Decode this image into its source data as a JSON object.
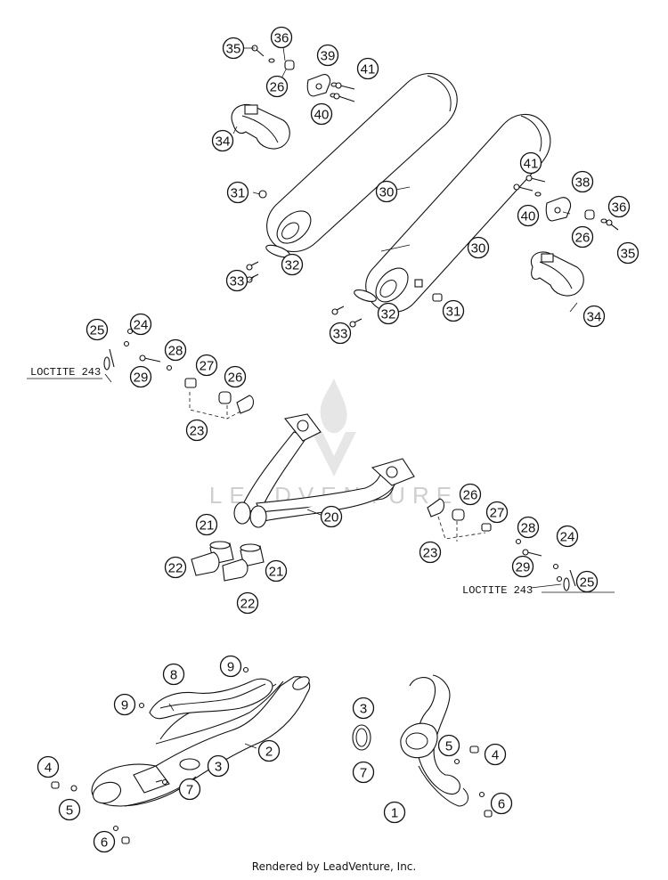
{
  "watermark": "LEADVENTURE",
  "footer": "Rendered by LeadVenture, Inc.",
  "loctite_notes": [
    "LOCTITE 243",
    "LOCTITE 243"
  ],
  "callouts": [
    {
      "id": "c35a",
      "label": "35"
    },
    {
      "id": "c36a",
      "label": "36"
    },
    {
      "id": "c39",
      "label": "39"
    },
    {
      "id": "c41a",
      "label": "41"
    },
    {
      "id": "c26a",
      "label": "26"
    },
    {
      "id": "c40a",
      "label": "40"
    },
    {
      "id": "c34a",
      "label": "34"
    },
    {
      "id": "c31a",
      "label": "31"
    },
    {
      "id": "c30a",
      "label": "30"
    },
    {
      "id": "c33a",
      "label": "33"
    },
    {
      "id": "c32a",
      "label": "32"
    },
    {
      "id": "c41b",
      "label": "41"
    },
    {
      "id": "c38",
      "label": "38"
    },
    {
      "id": "c40b",
      "label": "40"
    },
    {
      "id": "c36b",
      "label": "36"
    },
    {
      "id": "c26b",
      "label": "26"
    },
    {
      "id": "c35b",
      "label": "35"
    },
    {
      "id": "c30b",
      "label": "30"
    },
    {
      "id": "c34b",
      "label": "34"
    },
    {
      "id": "c33b",
      "label": "33"
    },
    {
      "id": "c32b",
      "label": "32"
    },
    {
      "id": "c31b",
      "label": "31"
    },
    {
      "id": "c25a",
      "label": "25"
    },
    {
      "id": "c24a",
      "label": "24"
    },
    {
      "id": "c28a",
      "label": "28"
    },
    {
      "id": "c29a",
      "label": "29"
    },
    {
      "id": "c27a",
      "label": "27"
    },
    {
      "id": "c26c",
      "label": "26"
    },
    {
      "id": "c23a",
      "label": "23"
    },
    {
      "id": "c20",
      "label": "20"
    },
    {
      "id": "c21a",
      "label": "21"
    },
    {
      "id": "c22a",
      "label": "22"
    },
    {
      "id": "c21b",
      "label": "21"
    },
    {
      "id": "c22b",
      "label": "22"
    },
    {
      "id": "c26d",
      "label": "26"
    },
    {
      "id": "c27b",
      "label": "27"
    },
    {
      "id": "c23b",
      "label": "23"
    },
    {
      "id": "c28b",
      "label": "28"
    },
    {
      "id": "c24b",
      "label": "24"
    },
    {
      "id": "c29b",
      "label": "29"
    },
    {
      "id": "c25b",
      "label": "25"
    },
    {
      "id": "c8",
      "label": "8"
    },
    {
      "id": "c9a",
      "label": "9"
    },
    {
      "id": "c9b",
      "label": "9"
    },
    {
      "id": "c2",
      "label": "2"
    },
    {
      "id": "c3a",
      "label": "3"
    },
    {
      "id": "c7a",
      "label": "7"
    },
    {
      "id": "c4a",
      "label": "4"
    },
    {
      "id": "c5a",
      "label": "5"
    },
    {
      "id": "c6a",
      "label": "6"
    },
    {
      "id": "c3b",
      "label": "3"
    },
    {
      "id": "c7b",
      "label": "7"
    },
    {
      "id": "c5b",
      "label": "5"
    },
    {
      "id": "c4b",
      "label": "4"
    },
    {
      "id": "c6b",
      "label": "6"
    },
    {
      "id": "c1",
      "label": "1"
    }
  ]
}
